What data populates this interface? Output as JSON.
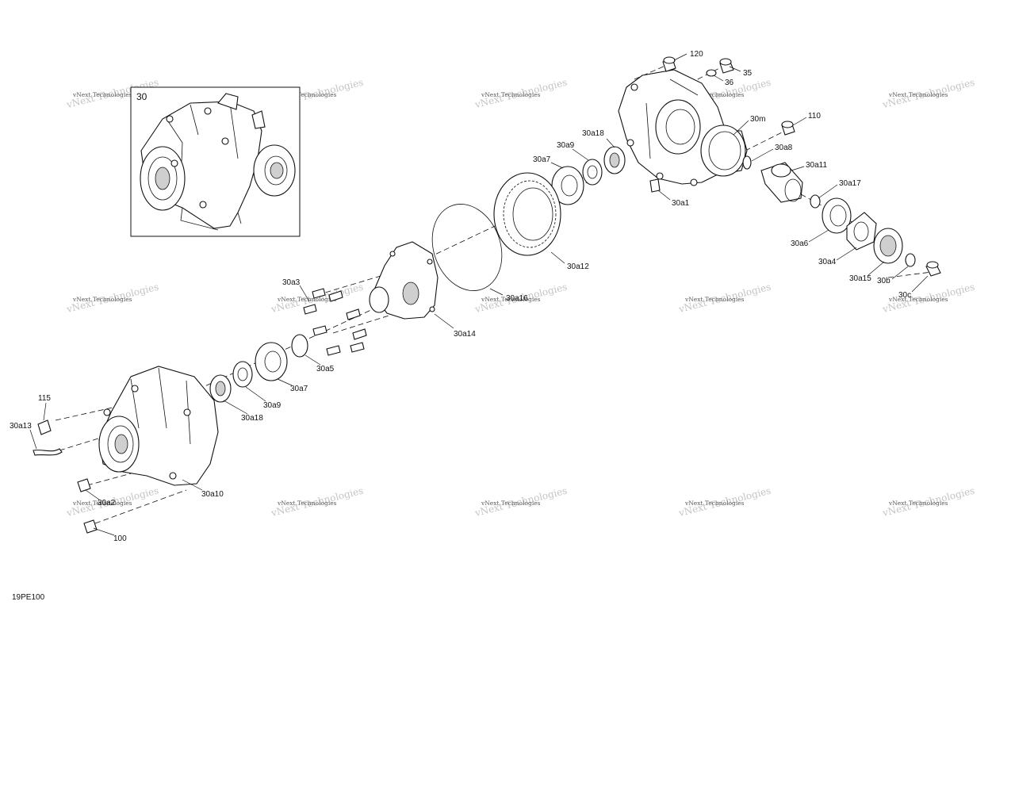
{
  "diagram_code": "19PE100",
  "watermark": {
    "text": "vNext Technologies"
  },
  "inset": {
    "label": "30"
  },
  "parts": [
    {
      "id": "120",
      "label": "120"
    },
    {
      "id": "35",
      "label": "35"
    },
    {
      "id": "36",
      "label": "36"
    },
    {
      "id": "30m",
      "label": "30m"
    },
    {
      "id": "110",
      "label": "110"
    },
    {
      "id": "30a8",
      "label": "30a8"
    },
    {
      "id": "30a18_top",
      "label": "30a18"
    },
    {
      "id": "30a9_top",
      "label": "30a9"
    },
    {
      "id": "30a7_top",
      "label": "30a7"
    },
    {
      "id": "30a11",
      "label": "30a11"
    },
    {
      "id": "30a17",
      "label": "30a17"
    },
    {
      "id": "30a1",
      "label": "30a1"
    },
    {
      "id": "30a6",
      "label": "30a6"
    },
    {
      "id": "30a4",
      "label": "30a4"
    },
    {
      "id": "30a15",
      "label": "30a15"
    },
    {
      "id": "30b",
      "label": "30b"
    },
    {
      "id": "30c",
      "label": "30c"
    },
    {
      "id": "30a12",
      "label": "30a12"
    },
    {
      "id": "30a16",
      "label": "30a16"
    },
    {
      "id": "30a14",
      "label": "30a14"
    },
    {
      "id": "30a3",
      "label": "30a3"
    },
    {
      "id": "30a5",
      "label": "30a5"
    },
    {
      "id": "30a7_low",
      "label": "30a7"
    },
    {
      "id": "30a9_low",
      "label": "30a9"
    },
    {
      "id": "30a18_low",
      "label": "30a18"
    },
    {
      "id": "115",
      "label": "115"
    },
    {
      "id": "30a13",
      "label": "30a13"
    },
    {
      "id": "30a10",
      "label": "30a10"
    },
    {
      "id": "30a2",
      "label": "30a2"
    },
    {
      "id": "100",
      "label": "100"
    }
  ]
}
